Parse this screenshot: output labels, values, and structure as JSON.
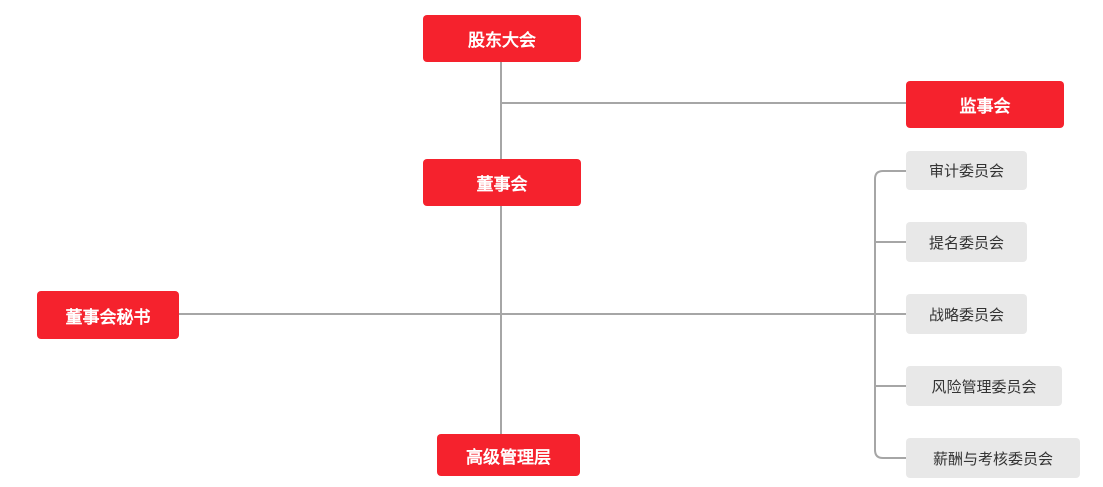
{
  "colors": {
    "node_red": "#f5222d",
    "node_grey": "#e8e8e8",
    "connector": "#a6a6a6"
  },
  "nodes": {
    "shareholders_meeting": "股东大会",
    "supervisory_board": "监事会",
    "board_of_directors": "董事会",
    "board_secretary": "董事会秘书",
    "senior_management": "高级管理层"
  },
  "committees": [
    {
      "label": "审计委员会"
    },
    {
      "label": "提名委员会"
    },
    {
      "label": "战略委员会"
    },
    {
      "label": "风险管理委员会"
    },
    {
      "label": "薪酬与考核委员会"
    }
  ]
}
